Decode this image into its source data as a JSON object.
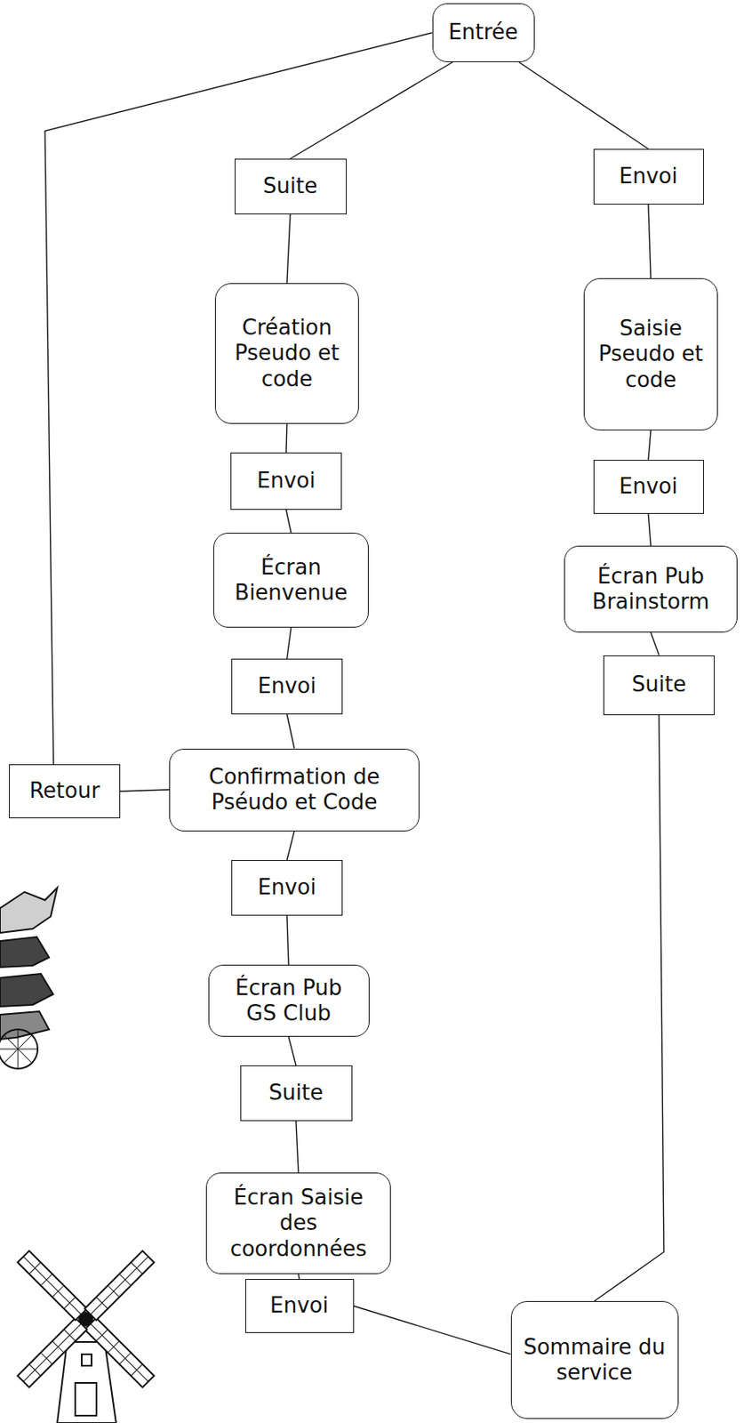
{
  "diagram": {
    "nodes": [
      {
        "text": [
          "Entrée"
        ]
      },
      {
        "text": [
          "Suite"
        ]
      },
      {
        "text": [
          "Envoi"
        ]
      },
      {
        "text": [
          "Création Pseudo et code"
        ]
      },
      {
        "text": [
          "Saisie Pseudo et code"
        ]
      },
      {
        "text": [
          "Envoi"
        ]
      },
      {
        "text": [
          "Envoi"
        ]
      },
      {
        "text": [
          "Écran Bienvenue"
        ]
      },
      {
        "text": [
          "Écran Pub Brainstorm"
        ]
      },
      {
        "text": [
          "Envoi"
        ]
      },
      {
        "text": [
          "Suite"
        ]
      },
      {
        "text": [
          "Retour"
        ]
      },
      {
        "text": [
          "Confirmation de Pséudo et Code"
        ]
      },
      {
        "text": [
          "Envoi"
        ]
      },
      {
        "text": [
          "Écran Pub GS Club"
        ]
      },
      {
        "text": [
          "Suite"
        ]
      },
      {
        "text": [
          "Écran Saisie des coordonnées"
        ]
      },
      {
        "text": [
          "Envoi"
        ]
      },
      {
        "text": [
          "Sommaire du service"
        ]
      }
    ],
    "edges": [
      {
        "from": 11,
        "to": 0,
        "arrow": "none"
      },
      {
        "from": 0,
        "to": 1,
        "arrow": "none"
      },
      {
        "from": 0,
        "to": 2,
        "arrow": "none"
      },
      {
        "from": 1,
        "to": 3,
        "arrow": "none"
      },
      {
        "from": 3,
        "to": 5,
        "arrow": "none"
      },
      {
        "from": 5,
        "to": 7,
        "arrow": "none"
      },
      {
        "from": 7,
        "to": 9,
        "arrow": "none"
      },
      {
        "from": 9,
        "to": 12,
        "arrow": "none"
      },
      {
        "from": 12,
        "to": 11,
        "arrow": "none"
      },
      {
        "from": 12,
        "to": 13,
        "arrow": "none"
      },
      {
        "from": 13,
        "to": 14,
        "arrow": "none"
      },
      {
        "from": 14,
        "to": 15,
        "arrow": "none"
      },
      {
        "from": 15,
        "to": 16,
        "arrow": "none"
      },
      {
        "from": 16,
        "to": 17,
        "arrow": "none"
      },
      {
        "from": 17,
        "to": 18,
        "arrow": "none"
      },
      {
        "from": 2,
        "to": 4,
        "arrow": "none"
      },
      {
        "from": 4,
        "to": 6,
        "arrow": "none"
      },
      {
        "from": 6,
        "to": 8,
        "arrow": "none"
      },
      {
        "from": 8,
        "to": 10,
        "arrow": "none"
      },
      {
        "from": 10,
        "to": 18,
        "arrow": "none"
      }
    ]
  }
}
